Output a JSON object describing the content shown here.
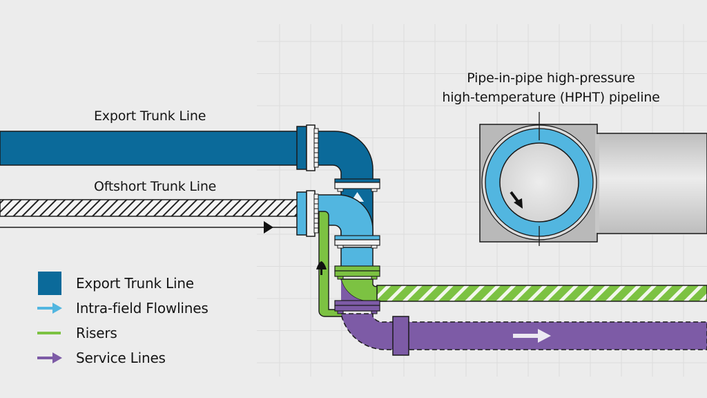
{
  "diagram": {
    "labels": {
      "export_trunk": "Export Trunk Line",
      "offshore_trunk": "Oftshort Trunk Line",
      "hpht_line1": "Pipe-in-pipe high-pressure",
      "hpht_line2": "high-temperature (HPHT) pipeline"
    },
    "legend": [
      {
        "label": "Export Trunk Line",
        "icon": "square-swatch",
        "color": "#0b6a9a"
      },
      {
        "label": "Intra-field Flowlines",
        "icon": "arrow-right",
        "color": "#52b6e0"
      },
      {
        "label": "Risers",
        "icon": "line",
        "color": "#7cc242"
      },
      {
        "label": "Service Lines",
        "icon": "arrow-right",
        "color": "#7d5ba6"
      }
    ],
    "colors": {
      "export": "#0b6a9a",
      "flowline": "#52b6e0",
      "riser": "#7cc242",
      "service": "#7d5ba6",
      "outline": "#1a1a1a",
      "grid": "#dcdcdc",
      "background": "#ececec"
    }
  }
}
